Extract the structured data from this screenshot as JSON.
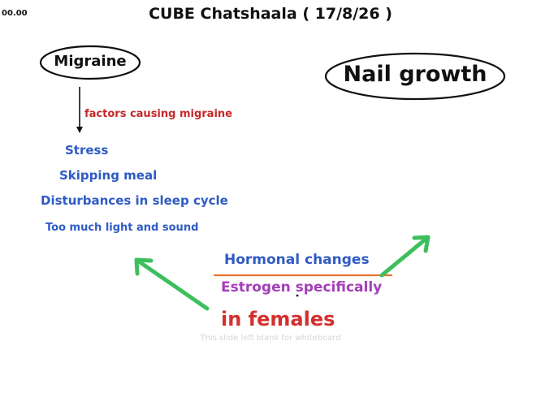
{
  "header": {
    "timer": "00.00",
    "title": "CUBE Chatshaala ( 17/8/26 )"
  },
  "nodes": {
    "migraine": "Migraine",
    "nail_growth": "Nail growth"
  },
  "migraine_factors": {
    "label": "factors causing migraine",
    "items": [
      "Stress",
      "Skipping meal",
      "Disturbances in sleep cycle",
      "Too much light and sound"
    ]
  },
  "cause": {
    "hormonal": "Hormonal changes",
    "estrogen": "Estrogen specifically",
    "females": "in females"
  },
  "footer": {
    "note": "This slide left blank for whiteboard"
  },
  "colors": {
    "ink": "#111111",
    "factor_red": "#c62828",
    "factor_blue": "#2f5bc4",
    "estrogen_purple": "#a33fb8",
    "females_red": "#d32f2f",
    "arrow_green": "#3cbf5c",
    "underline_orange": "#e8732c"
  }
}
